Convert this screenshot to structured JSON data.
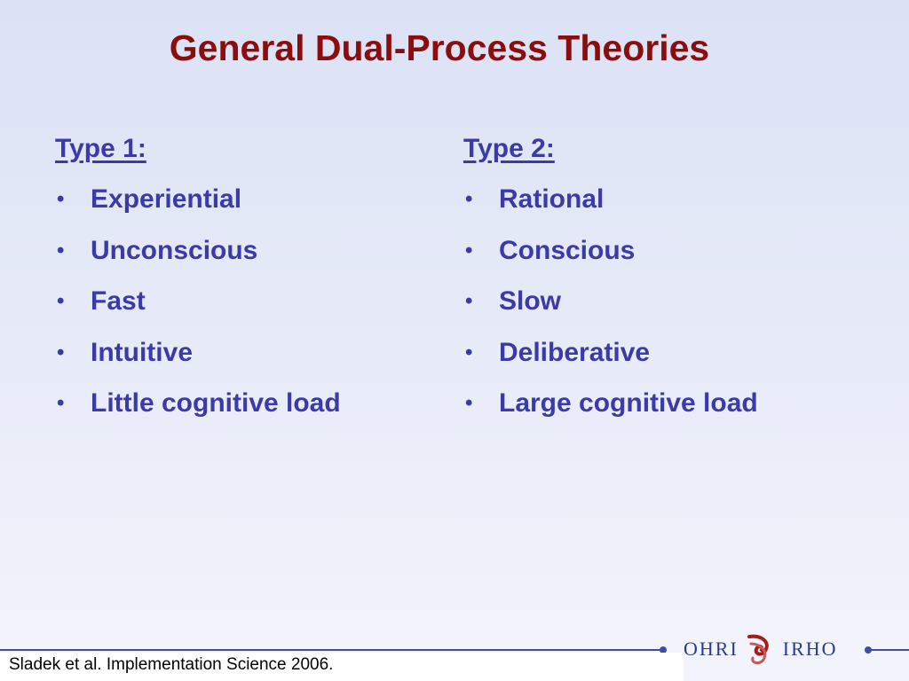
{
  "slide": {
    "title": "General Dual-Process Theories"
  },
  "columns": [
    {
      "heading": "Type 1:",
      "items": [
        "Experiential",
        "Unconscious",
        "Fast",
        "Intuitive",
        "Little cognitive load"
      ]
    },
    {
      "heading": "Type 2:",
      "items": [
        "Rational",
        "Conscious",
        "Slow",
        "Deliberative",
        "Large cognitive load"
      ]
    }
  ],
  "footer": {
    "citation": "Sladek et al. Implementation Science 2006.",
    "logo_left": "OHRI",
    "logo_right": "IRHO"
  },
  "colors": {
    "title": "#8b0d0d",
    "body_text": "#3a3aa8",
    "footer_rule": "#3d4f9e",
    "logo_mark": "#a31c1c"
  },
  "icons": {
    "bullet": "bullet-dot",
    "logo": "ohri-irho-swirl-logo"
  }
}
